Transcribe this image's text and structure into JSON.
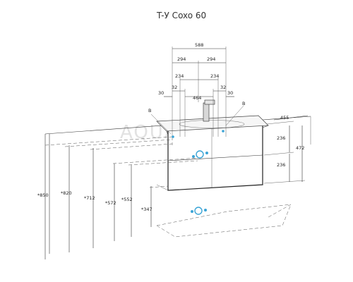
{
  "title": "T-У Coxo 60",
  "watermark": "AQUATON",
  "top_dims": {
    "d588": "588",
    "d294_left": "294",
    "d294_right": "294",
    "d234_left": "234",
    "d234_right": "234",
    "d32_left": "32",
    "d32_right": "32",
    "d30_left": "30",
    "d30_right": "30",
    "d464": "464"
  },
  "labels": {
    "b_left": "B",
    "b_right": "B"
  },
  "right_dims": {
    "d455": "455",
    "d236_top": "236",
    "d236_bottom": "236",
    "d472": "472"
  },
  "left_dims": {
    "d850": "*850",
    "d820": "*820",
    "d712": "*712",
    "d572": "*572",
    "d552": "*552",
    "d347": "*347"
  },
  "colors": {
    "connection_marker": "#3aa4d6",
    "lines": "#333333"
  },
  "icons": [
    "water-inlet-icon",
    "drain-outlet-icon",
    "floor-drain-icon"
  ]
}
